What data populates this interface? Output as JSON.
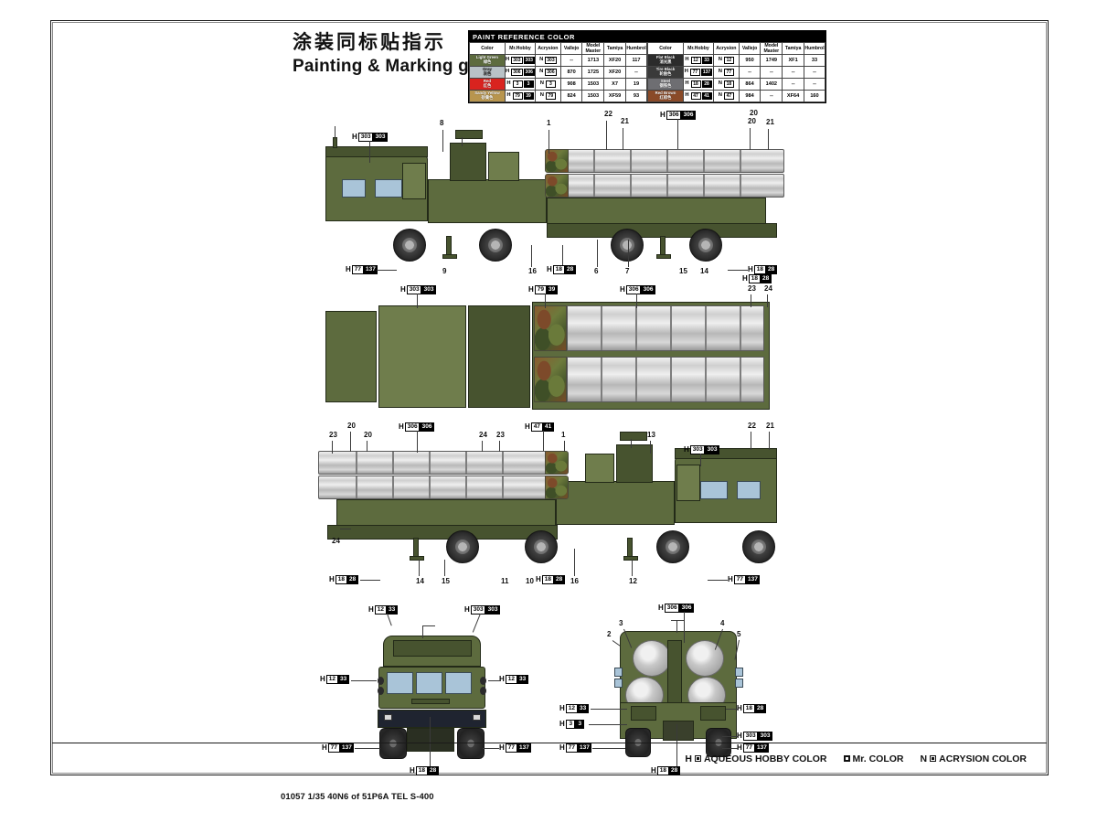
{
  "header": {
    "title_cn": "涂装同标贴指示",
    "title_en": "Painting & Marking guide"
  },
  "paint_reference": {
    "heading": "PAINT  REFERENCE  COLOR",
    "columns": [
      "Color",
      "Mr.Hobby",
      "Acrysion",
      "Vallejo",
      "Model Master",
      "Tamiya",
      "Humbrol"
    ],
    "left_rows": [
      {
        "name_en": "Light Green",
        "name_cn": "绿色",
        "swatch": "#5d6b3e",
        "hobby_w": "303",
        "hobby_b": "303",
        "acrysion": "303",
        "vallejo": "--",
        "model_master": "1713",
        "tamiya": "XF20",
        "humbrol": "117"
      },
      {
        "name_en": "Gray",
        "name_cn": "灰色",
        "swatch": "#b9c2c7",
        "hobby_w": "306",
        "hobby_b": "306",
        "acrysion": "306",
        "vallejo": "870",
        "model_master": "1725",
        "tamiya": "XF20",
        "humbrol": "--"
      },
      {
        "name_en": "Red",
        "name_cn": "红色",
        "swatch": "#d9231f",
        "hobby_w": "3",
        "hobby_b": "3",
        "acrysion": "3",
        "vallejo": "908",
        "model_master": "1503",
        "tamiya": "X7",
        "humbrol": "19"
      },
      {
        "name_en": "Sandy Yellow",
        "name_cn": "砂黄色",
        "swatch": "#b8954e",
        "hobby_w": "79",
        "hobby_b": "39",
        "acrysion": "79",
        "vallejo": "824",
        "model_master": "1503",
        "tamiya": "XF59",
        "humbrol": "93"
      }
    ],
    "right_rows": [
      {
        "name_en": "Flat Black",
        "name_cn": "消光黑",
        "swatch": "#2b2b2b",
        "hobby_w": "12",
        "hobby_b": "33",
        "acrysion": "12",
        "vallejo": "950",
        "model_master": "1749",
        "tamiya": "XF1",
        "humbrol": "33"
      },
      {
        "name_en": "Tire Black",
        "name_cn": "轮胎色",
        "swatch": "#3a3a3a",
        "hobby_w": "77",
        "hobby_b": "137",
        "acrysion": "77",
        "vallejo": "--",
        "model_master": "--",
        "tamiya": "--",
        "humbrol": "--"
      },
      {
        "name_en": "Steel",
        "name_cn": "钢铁色",
        "swatch": "#6e6e72",
        "hobby_w": "18",
        "hobby_b": "28",
        "acrysion": "18",
        "vallejo": "864",
        "model_master": "1402",
        "tamiya": "--",
        "humbrol": "--"
      },
      {
        "name_en": "Red Brown",
        "name_cn": "红棕色",
        "swatch": "#8a4a28",
        "hobby_w": "47",
        "hobby_b": "41",
        "acrysion": "47",
        "vallejo": "984",
        "model_master": "--",
        "tamiya": "XF64",
        "humbrol": "160"
      }
    ]
  },
  "views": {
    "side_right": {
      "callouts_top": [
        {
          "pre": "H",
          "w": "303",
          "b": "303"
        },
        {
          "pre": "H",
          "w": "306",
          "b": "306"
        }
      ],
      "callouts_bottom": [
        {
          "pre": "H",
          "w": "77",
          "b": "137"
        },
        {
          "pre": "H",
          "w": "18",
          "b": "28"
        },
        {
          "pre": "H",
          "w": "18",
          "b": "28"
        }
      ],
      "part_numbers_top": [
        "8",
        "1",
        "22",
        "21",
        "20",
        "20",
        "21"
      ],
      "part_numbers_bottom": [
        "9",
        "16",
        "6",
        "7",
        "15",
        "14"
      ]
    },
    "top_plan": {
      "callouts": [
        {
          "pre": "H",
          "w": "303",
          "b": "303"
        },
        {
          "pre": "H",
          "w": "79",
          "b": "39"
        },
        {
          "pre": "H",
          "w": "306",
          "b": "306"
        },
        {
          "pre": "H",
          "w": "18",
          "b": "28"
        }
      ],
      "part_numbers": [
        "23",
        "24"
      ]
    },
    "side_left": {
      "callouts_top": [
        {
          "pre": "H",
          "w": "306",
          "b": "306"
        },
        {
          "pre": "H",
          "w": "47",
          "b": "41"
        },
        {
          "pre": "H",
          "w": "303",
          "b": "303"
        }
      ],
      "callouts_bottom": [
        {
          "pre": "H",
          "w": "18",
          "b": "28"
        },
        {
          "pre": "H",
          "w": "18",
          "b": "28"
        },
        {
          "pre": "H",
          "w": "77",
          "b": "137"
        }
      ],
      "part_numbers_top": [
        "20",
        "23",
        "20",
        "24",
        "23",
        "1",
        "13",
        "22",
        "21"
      ],
      "part_numbers_bottom": [
        "24",
        "14",
        "15",
        "11",
        "10",
        "16",
        "12"
      ]
    },
    "front": {
      "callouts": [
        {
          "pre": "H",
          "w": "12",
          "b": "33"
        },
        {
          "pre": "H",
          "w": "303",
          "b": "303"
        },
        {
          "pre": "H",
          "w": "12",
          "b": "33"
        },
        {
          "pre": "H",
          "w": "12",
          "b": "33"
        },
        {
          "pre": "H",
          "w": "77",
          "b": "137"
        },
        {
          "pre": "H",
          "w": "77",
          "b": "137"
        },
        {
          "pre": "H",
          "w": "18",
          "b": "28"
        }
      ]
    },
    "rear": {
      "callouts": [
        {
          "pre": "H",
          "w": "306",
          "b": "306"
        },
        {
          "pre": "H",
          "w": "12",
          "b": "33"
        },
        {
          "pre": "H",
          "w": "3",
          "b": "3"
        },
        {
          "pre": "H",
          "w": "18",
          "b": "28"
        },
        {
          "pre": "H",
          "w": "303",
          "b": "303"
        },
        {
          "pre": "H",
          "w": "77",
          "b": "137"
        },
        {
          "pre": "H",
          "w": "77",
          "b": "137"
        },
        {
          "pre": "H",
          "w": "18",
          "b": "28"
        }
      ],
      "part_numbers": [
        "2",
        "3",
        "4",
        "5"
      ]
    }
  },
  "legend": {
    "items": [
      {
        "prefix": "H",
        "label": "AQUEOUS HOBBY COLOR"
      },
      {
        "prefix": "",
        "label": "Mr. COLOR"
      },
      {
        "prefix": "N",
        "label": "ACRYSION COLOR"
      }
    ]
  },
  "footer": {
    "code": "01057 1/35  40N6 of 51P6A TEL S-400"
  }
}
